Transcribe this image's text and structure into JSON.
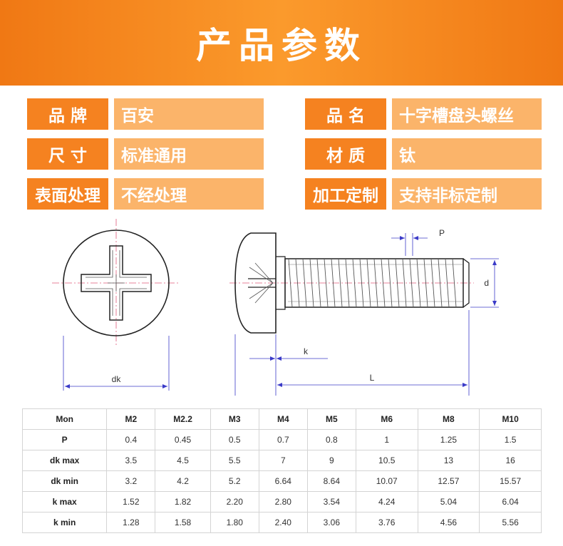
{
  "banner": {
    "title": "产品参数"
  },
  "specs": [
    {
      "label": "品 牌",
      "value": "百安"
    },
    {
      "label": "品 名",
      "value": "十字槽盘头螺丝"
    },
    {
      "label": "尺 寸",
      "value": "标准通用"
    },
    {
      "label": "材 质",
      "value": "钛"
    },
    {
      "label": "表面处理",
      "value": "不经处理"
    },
    {
      "label": "加工定制",
      "value": "支持非标定制"
    }
  ],
  "drawing": {
    "dk": "dk",
    "k": "k",
    "L": "L",
    "P": "P",
    "d": "d"
  },
  "table": {
    "headers": [
      "Mon",
      "M2",
      "M2.2",
      "M3",
      "M4",
      "M5",
      "M6",
      "M8",
      "M10"
    ],
    "rows": [
      [
        "P",
        "0.4",
        "0.45",
        "0.5",
        "0.7",
        "0.8",
        "1",
        "1.25",
        "1.5"
      ],
      [
        "dk max",
        "3.5",
        "4.5",
        "5.5",
        "7",
        "9",
        "10.5",
        "13",
        "16"
      ],
      [
        "dk min",
        "3.2",
        "4.2",
        "5.2",
        "6.64",
        "8.64",
        "10.07",
        "12.57",
        "15.57"
      ],
      [
        "k max",
        "1.52",
        "1.82",
        "2.20",
        "2.80",
        "3.54",
        "4.24",
        "5.04",
        "6.04"
      ],
      [
        "k min",
        "1.28",
        "1.58",
        "1.80",
        "2.40",
        "3.06",
        "3.76",
        "4.56",
        "5.56"
      ]
    ]
  },
  "colors": {
    "banner": "#f58220",
    "label": "#f58220",
    "value": "#fbb46a",
    "dimension": "#3b3bc8",
    "centerline": "#e05a7a"
  }
}
